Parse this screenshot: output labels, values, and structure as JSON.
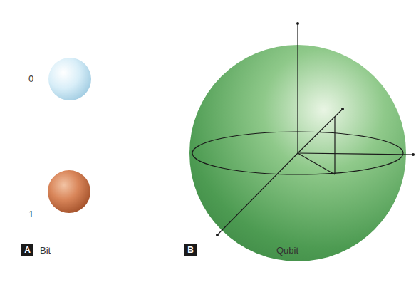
{
  "diagram": {
    "nodes": [
      {
        "text": [
          "A"
        ]
      },
      {
        "text": [
          "B"
        ]
      }
    ],
    "labels": [
      "0",
      "1",
      "Bit",
      "Qubit"
    ]
  }
}
